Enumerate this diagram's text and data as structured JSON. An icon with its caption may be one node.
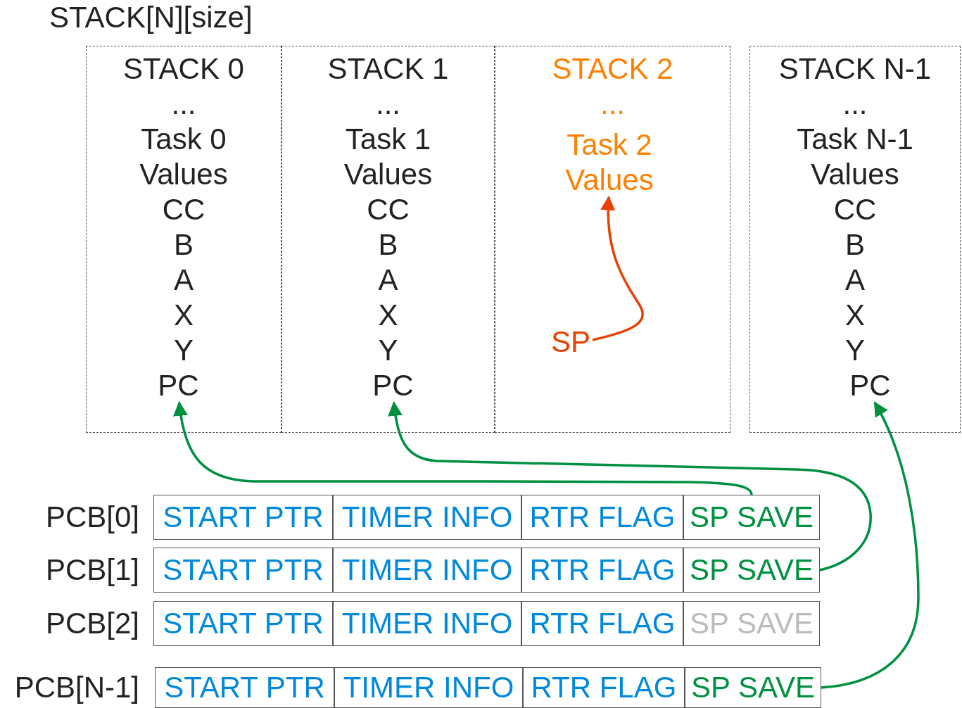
{
  "diagram": {
    "nodes": [
      {
        "text": [
          "STACK[N][size]"
        ]
      },
      {
        "text": [
          "STACK 0",
          "...",
          "Task 0 Values",
          "CC",
          "B",
          "A",
          "X",
          "Y"
        ],
        "in": 0
      },
      {
        "text": [
          "PC"
        ],
        "in": 1
      },
      {
        "text": [
          "STACK 1",
          "...",
          "Task 1 Values",
          "CC",
          "B",
          "A",
          "X",
          "Y"
        ],
        "in": 0
      },
      {
        "text": [
          "PC"
        ],
        "in": 3
      },
      {
        "text": [
          "STACK 2",
          "..."
        ],
        "in": 0
      },
      {
        "text": [
          "Task 2 Values"
        ],
        "in": 5
      },
      {
        "text": [
          "SP"
        ],
        "in": 5
      },
      {
        "text": [
          "STACK N-1",
          "...",
          "Task N-1 Values",
          "CC",
          "B",
          "A",
          "X",
          "Y"
        ],
        "in": 0
      },
      {
        "text": [
          "PC"
        ],
        "in": 8
      },
      {
        "text": [
          "PCB[0]"
        ]
      },
      {
        "text": [
          "START PTR"
        ],
        "in": 10
      },
      {
        "text": [
          "TIMER INFO"
        ],
        "in": 10
      },
      {
        "text": [
          "RTR FLAG"
        ],
        "in": 10
      },
      {
        "text": [
          "SP SAVE"
        ],
        "in": 10
      },
      {
        "text": [
          "PCB[1]"
        ]
      },
      {
        "text": [
          "START PTR"
        ],
        "in": 15
      },
      {
        "text": [
          "TIMER INFO"
        ],
        "in": 15
      },
      {
        "text": [
          "RTR FLAG"
        ],
        "in": 15
      },
      {
        "text": [
          "SP SAVE"
        ],
        "in": 15
      },
      {
        "text": [
          "PCB[2]"
        ]
      },
      {
        "text": [
          "START PTR"
        ],
        "in": 20
      },
      {
        "text": [
          "TIMER INFO"
        ],
        "in": 20
      },
      {
        "text": [
          "RTR FLAG"
        ],
        "in": 20
      },
      {
        "text": [
          "SP SAVE"
        ],
        "in": 20
      },
      {
        "text": [
          "PCB[N-1]"
        ]
      },
      {
        "text": [
          "START PTR"
        ],
        "in": 25
      },
      {
        "text": [
          "TIMER INFO"
        ],
        "in": 25
      },
      {
        "text": [
          "RTR FLAG"
        ],
        "in": 25
      },
      {
        "text": [
          "SP SAVE"
        ],
        "in": 25
      }
    ],
    "edges": [
      {
        "from": 14,
        "to": 2,
        "arrow": "to"
      },
      {
        "from": 19,
        "to": 4,
        "arrow": "to"
      },
      {
        "from": 29,
        "to": 9,
        "arrow": "to"
      },
      {
        "from": 7,
        "to": 6,
        "arrow": "to",
        "color": "#e84000"
      }
    ]
  }
}
